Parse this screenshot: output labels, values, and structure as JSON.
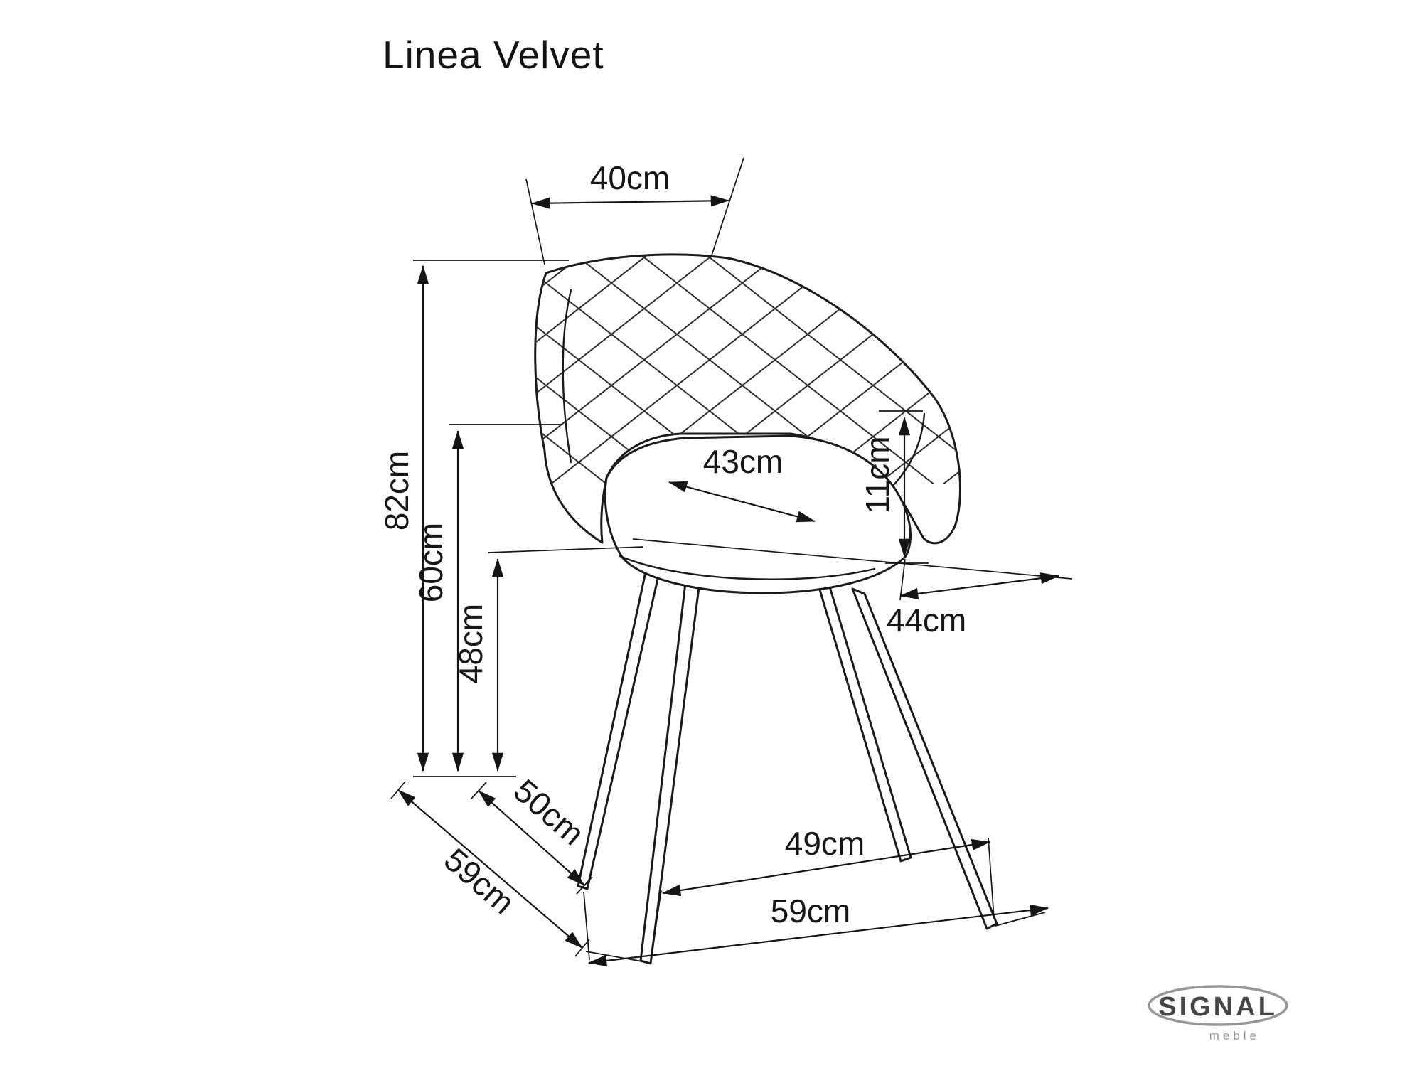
{
  "title": "Linea Velvet",
  "brand": {
    "name": "SIGNAL",
    "tagline": "meble"
  },
  "dimensions": {
    "back_top_width": "40cm",
    "total_height": "82cm",
    "backrest_height": "60cm",
    "seat_height": "48cm",
    "cushion_side_height": "11cm",
    "seat_width": "43cm",
    "seat_depth": "44cm",
    "base_inner_depth": "50cm",
    "overall_depth_left": "59cm",
    "front_leg_span": "49cm",
    "overall_width_bottom": "59cm"
  },
  "colors": {
    "line": "#1a1a1a",
    "background": "#ffffff",
    "logo_gray": "#979797"
  }
}
